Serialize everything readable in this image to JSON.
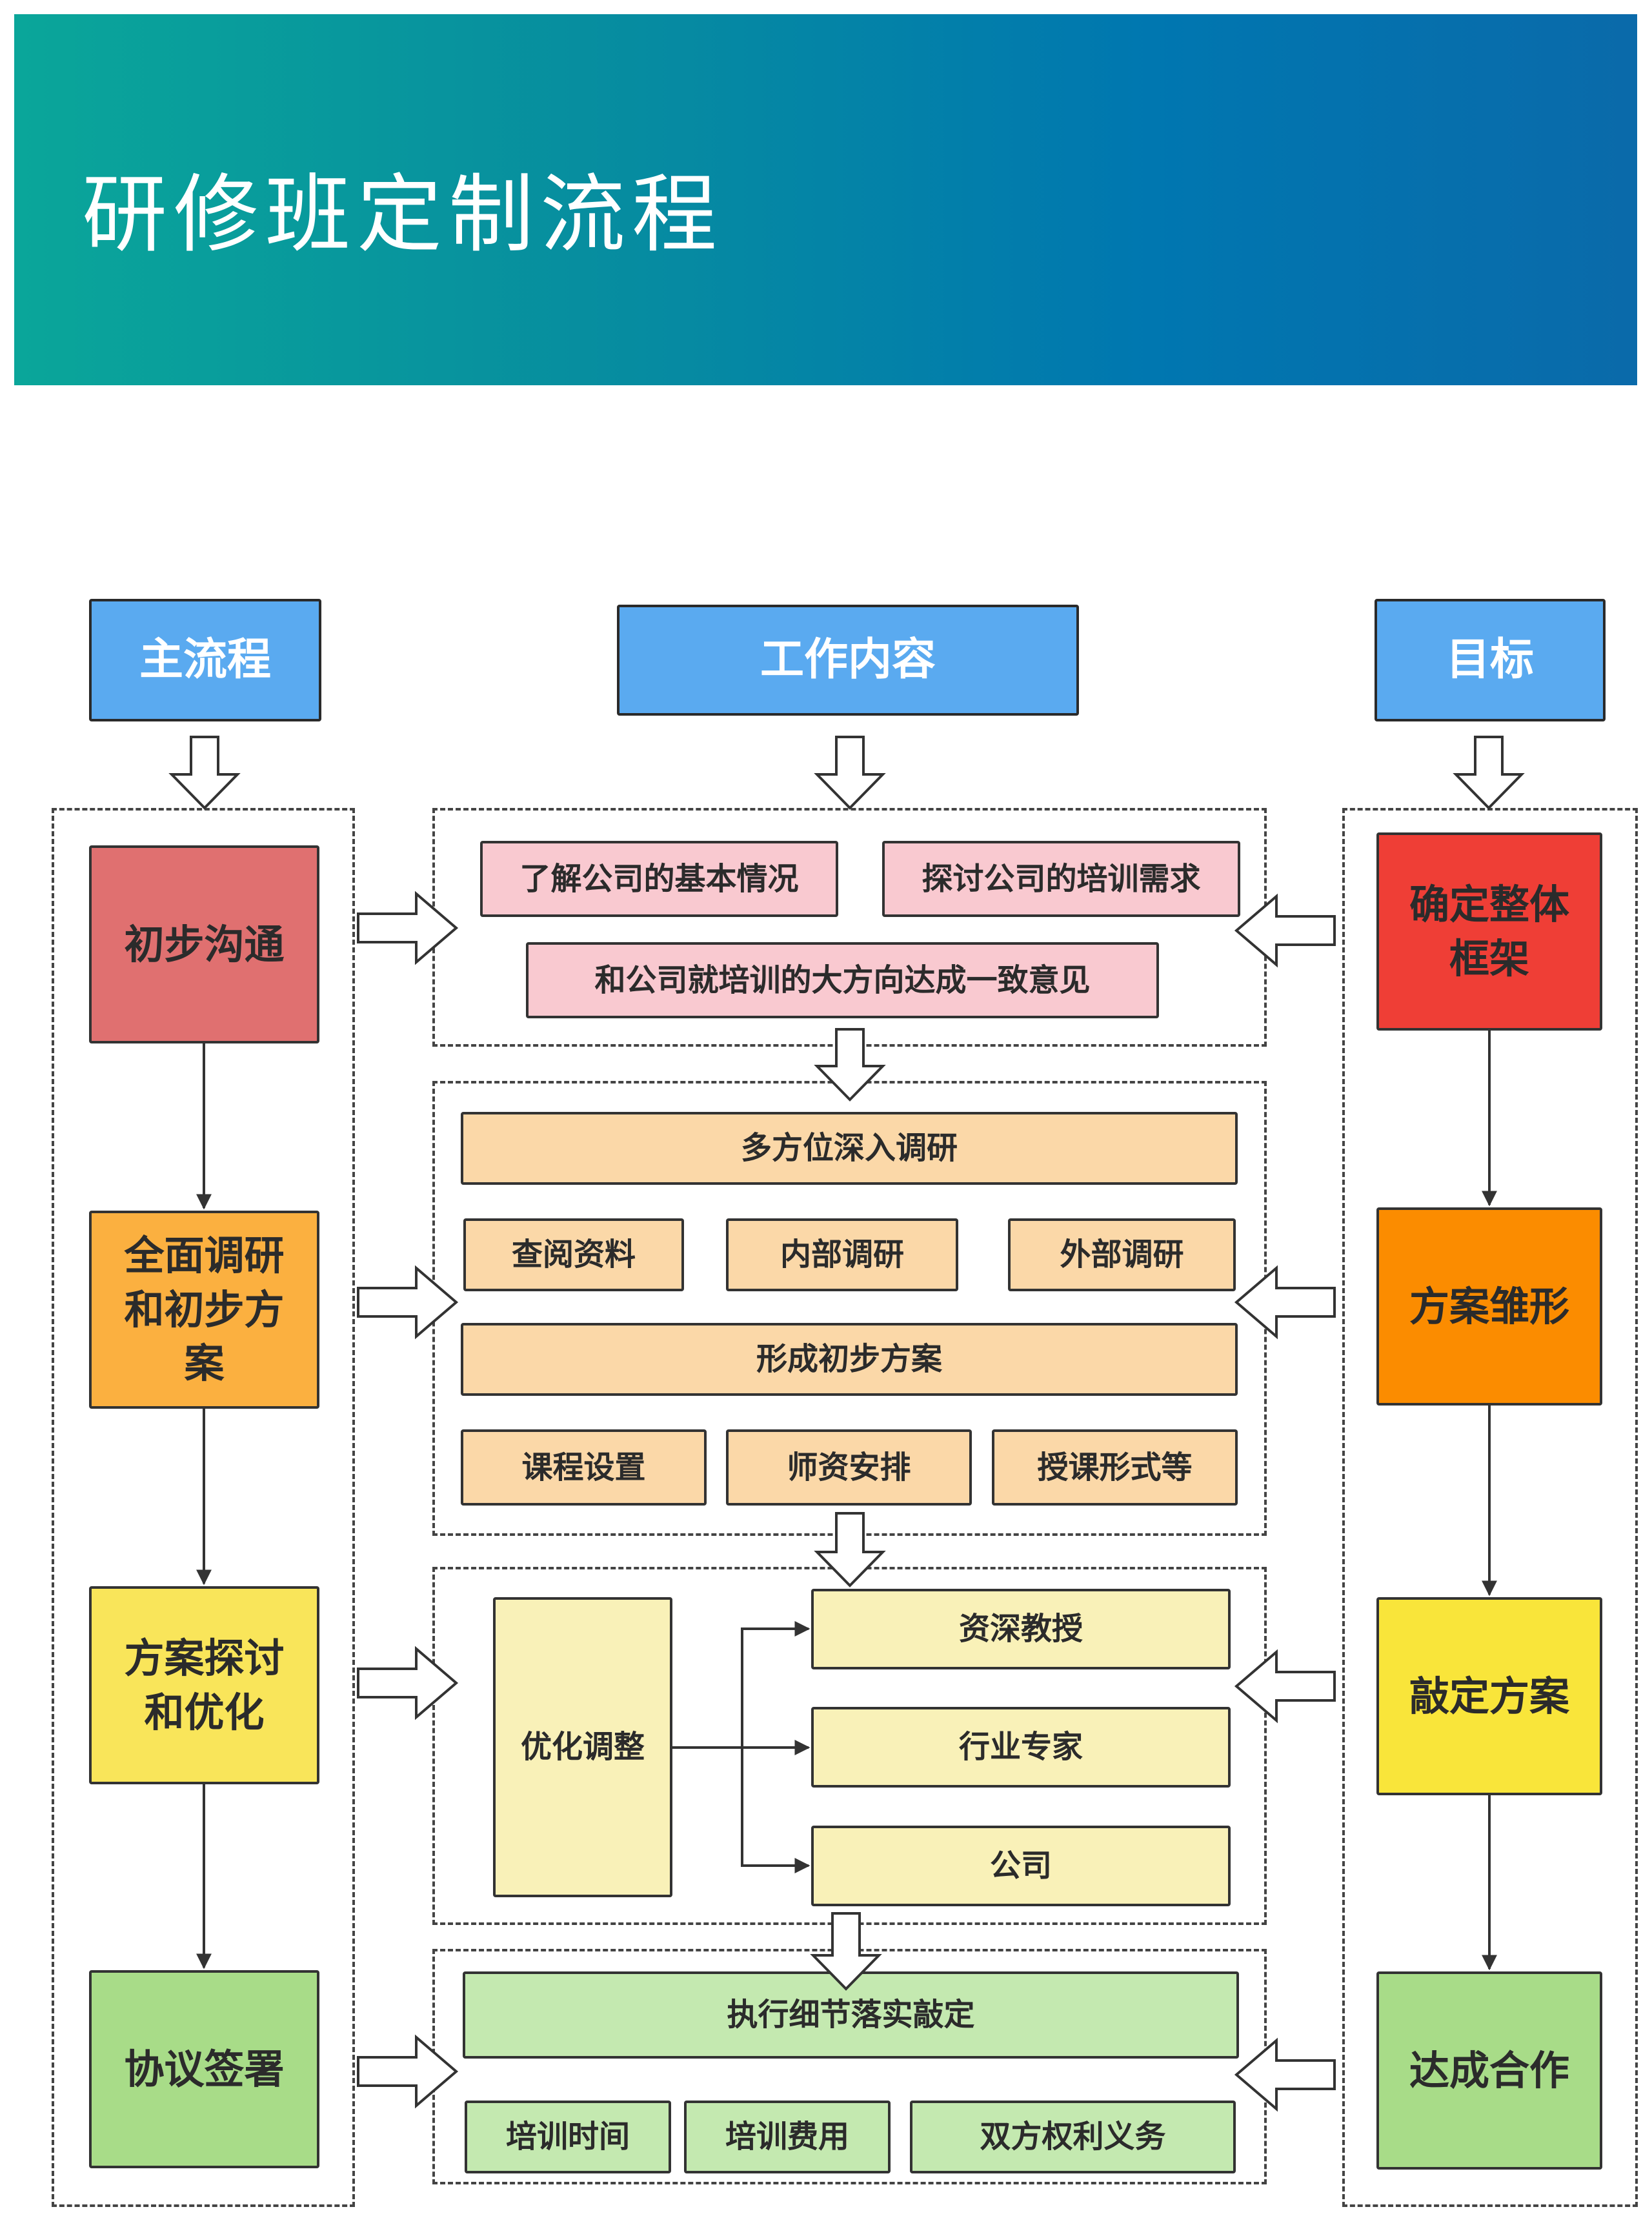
{
  "title": "研修班定制流程",
  "headers": {
    "main": "主流程",
    "work": "工作内容",
    "goal": "目标"
  },
  "main_flow": {
    "step1": "初步沟通",
    "step2": "全面调研和初步方案",
    "step3": "方案探讨和优化",
    "step4": "协议签署"
  },
  "work": {
    "s1": {
      "a": "了解公司的基本情况",
      "b": "探讨公司的培训需求",
      "c": "和公司就培训的大方向达成一致意见"
    },
    "s2": {
      "research": "多方位深入调研",
      "r1": "查阅资料",
      "r2": "内部调研",
      "r3": "外部调研",
      "plan": "形成初步方案",
      "p1": "课程设置",
      "p2": "师资安排",
      "p3": "授课形式等"
    },
    "s3": {
      "optimize": "优化调整",
      "o1": "资深教授",
      "o2": "行业专家",
      "o3": "公司"
    },
    "s4": {
      "execute": "执行细节落实敲定",
      "e1": "培训时间",
      "e2": "培训费用",
      "e3": "双方权利义务"
    }
  },
  "goals": {
    "g1": "确定整体框架",
    "g2": "方案雏形",
    "g3": "敲定方案",
    "g4": "达成合作"
  },
  "colors": {
    "banner_start": "#0aa69a",
    "banner_end": "#0a6aaa",
    "header_blue": "#5aaaf0",
    "step1": "#e07070",
    "step2": "#fbb040",
    "step3": "#f9e55a",
    "step4": "#a8dc88",
    "goal1": "#ef3e36",
    "goal2": "#fb8c00",
    "goal3": "#f9e53a",
    "goal4": "#a8dc88",
    "pink": "#f9c9d0",
    "peach": "#fbd8a8",
    "cream": "#f9f1b8",
    "mint": "#c4e9b0"
  }
}
